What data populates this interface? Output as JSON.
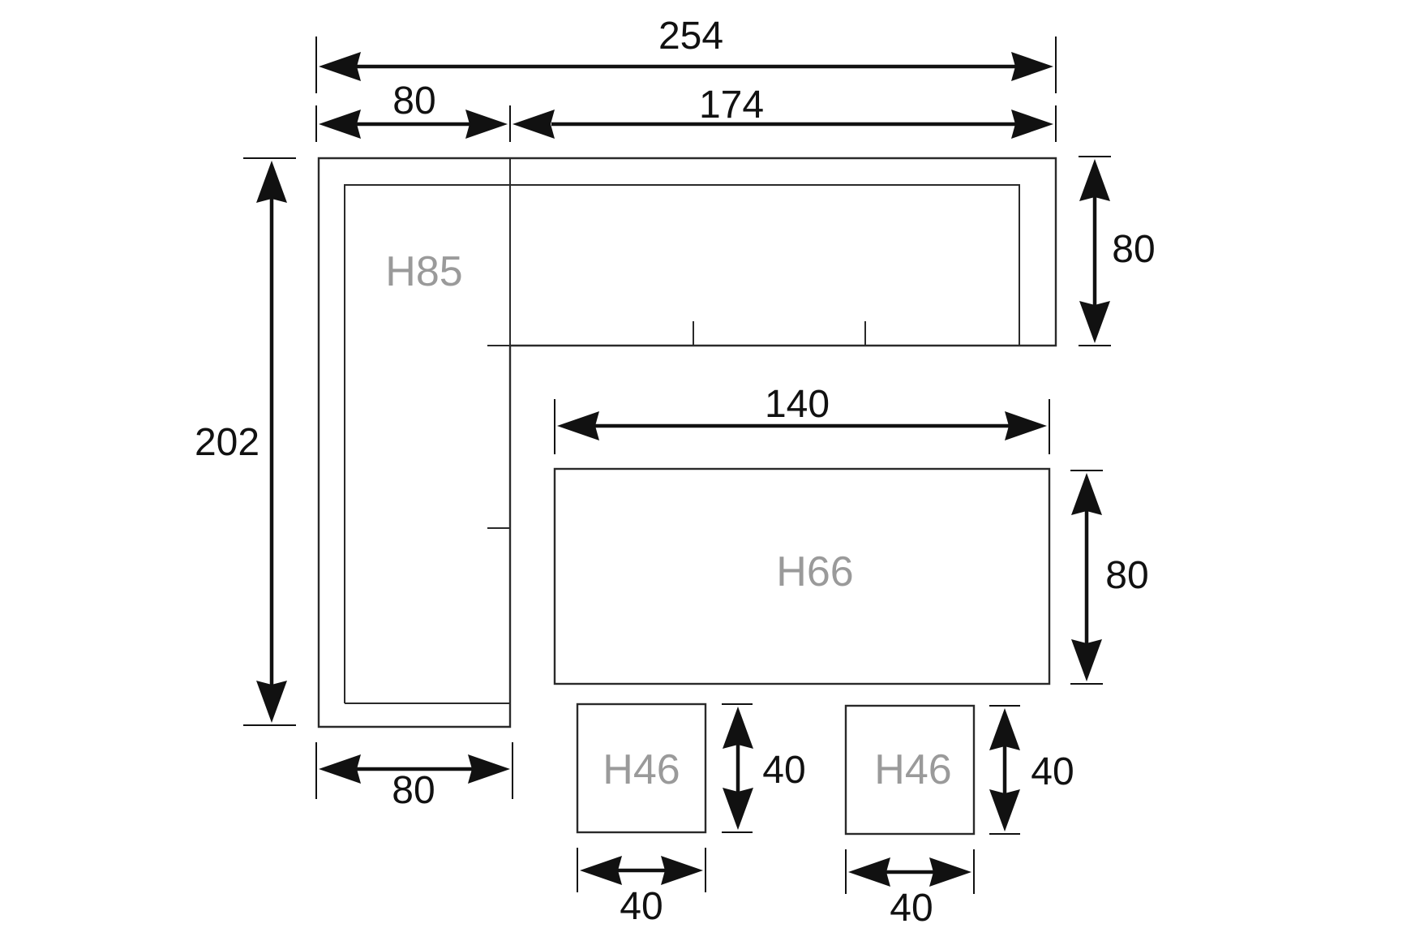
{
  "dimensions": {
    "overall_width": "254",
    "left_section_width": "80",
    "right_section_width": "174",
    "overall_depth": "202",
    "top_section_depth": "80",
    "bottom_left_width": "80",
    "table_width": "140",
    "table_depth": "80",
    "stool1_depth": "40",
    "stool1_width": "40",
    "stool2_depth": "40",
    "stool2_width": "40"
  },
  "heights": {
    "sofa": "H85",
    "table": "H66",
    "stool1": "H46",
    "stool2": "H46"
  }
}
